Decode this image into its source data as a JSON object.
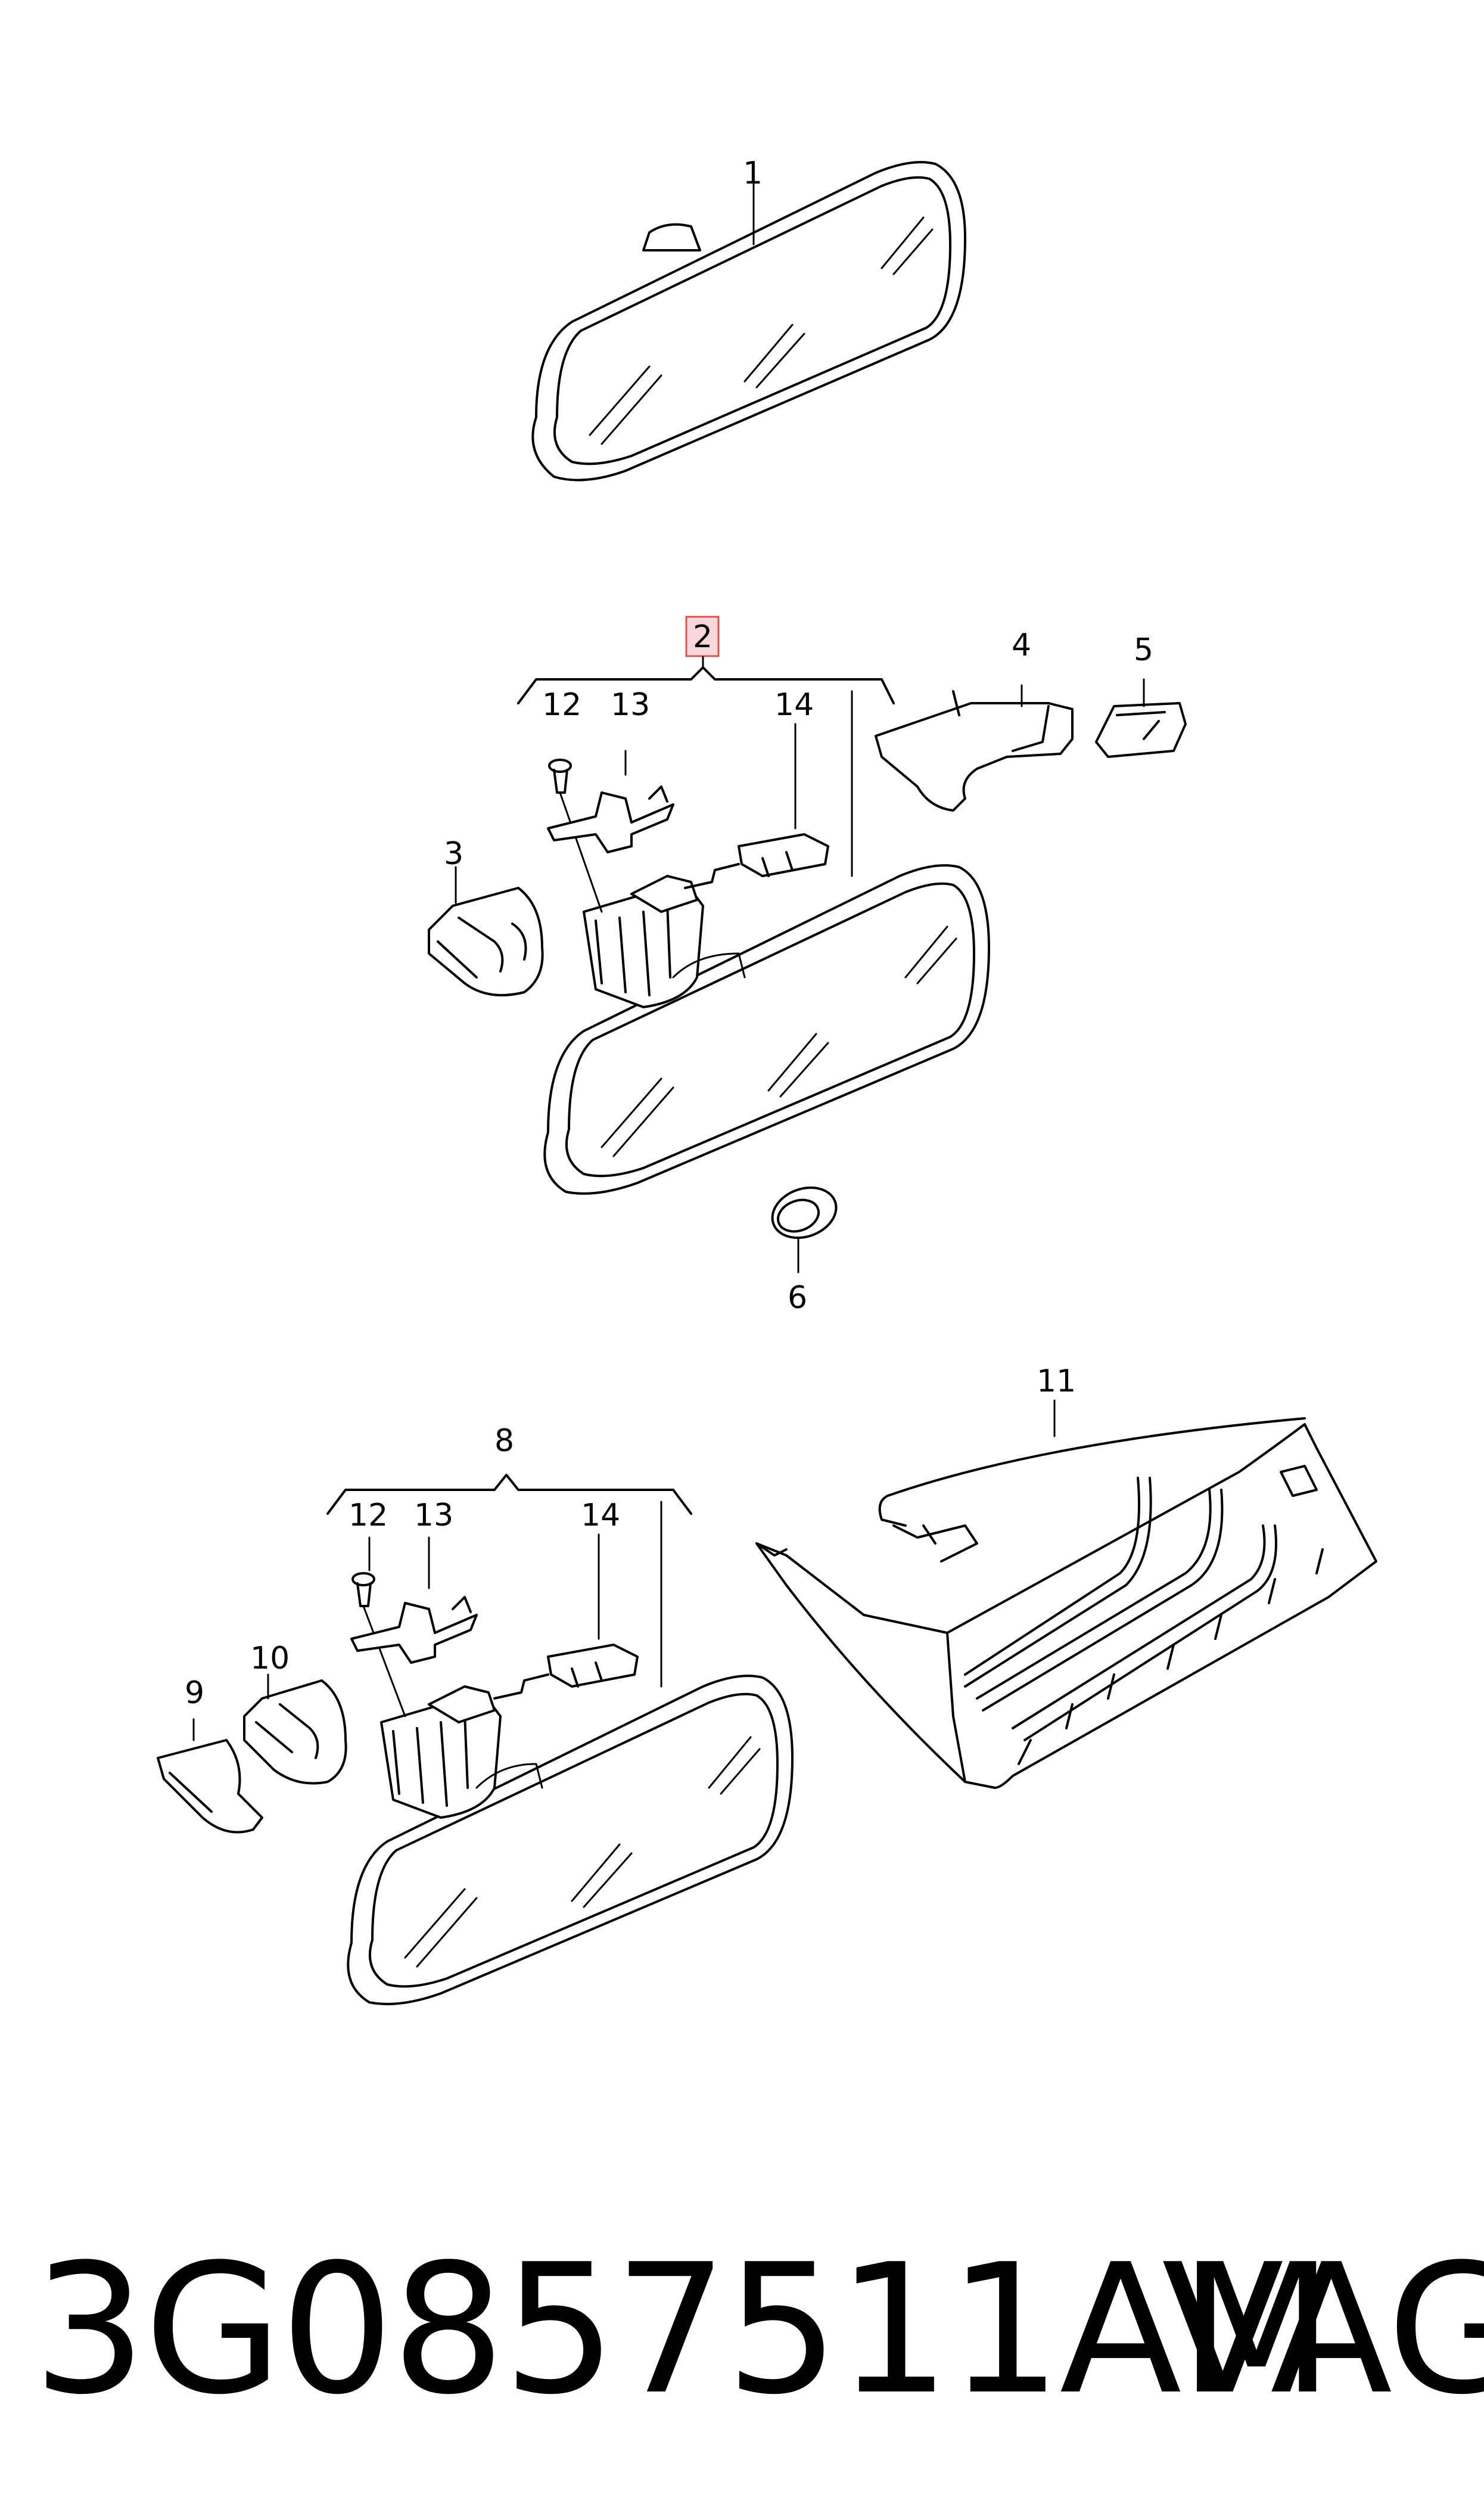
{
  "callouts": [
    {
      "id": "label-1",
      "text": "1"
    },
    {
      "id": "label-2",
      "text": "2"
    },
    {
      "id": "label-3",
      "text": "3"
    },
    {
      "id": "label-4",
      "text": "4"
    },
    {
      "id": "label-5",
      "text": "5"
    },
    {
      "id": "label-6",
      "text": "6"
    },
    {
      "id": "label-8",
      "text": "8"
    },
    {
      "id": "label-9",
      "text": "9"
    },
    {
      "id": "label-10",
      "text": "10"
    },
    {
      "id": "label-11",
      "text": "11"
    },
    {
      "id": "label-12a",
      "text": "12"
    },
    {
      "id": "label-13a",
      "text": "13"
    },
    {
      "id": "label-14a",
      "text": "14"
    },
    {
      "id": "label-12b",
      "text": "12"
    },
    {
      "id": "label-13b",
      "text": "13"
    },
    {
      "id": "label-14b",
      "text": "14"
    }
  ],
  "highlight_color": "#f8d7dc",
  "highlight_border": "#d9534f",
  "footer": {
    "part_number": "3G0857511AM",
    "brand": "VAG"
  }
}
